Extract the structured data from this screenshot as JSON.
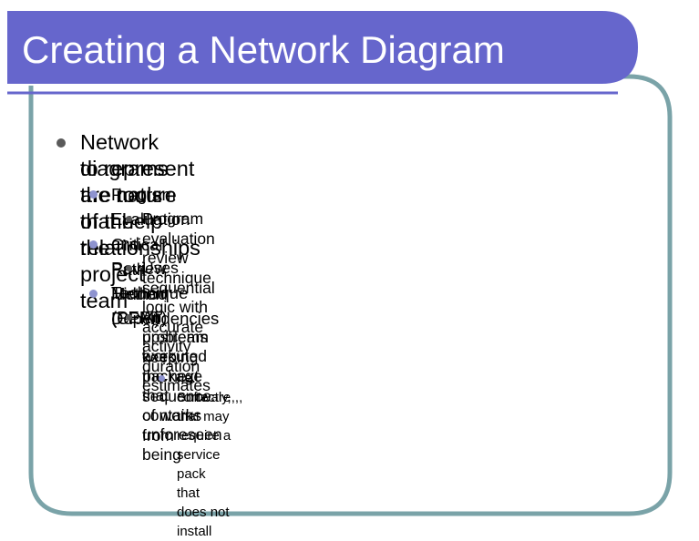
{
  "slide": {
    "title": "Creating a Network Diagram",
    "colors": {
      "title_bar": "#6666cc",
      "frame_border": "#7aa3a8",
      "title_text": "#ffffff",
      "body_text": "#000000",
      "bullet_level1": "#5a5a5a",
      "bullet_level2": "#8e93cf",
      "bullet_level3": "#5a5a5a",
      "bullet_level4": "#8e93cf"
    },
    "bullets": {
      "main": {
        "line1": "Network diagrams are tools that help the project team",
        "line2": "to represent the nature of the relationships"
      },
      "pert": {
        "label": "Program Evaluation and Review Technique (PERT)",
        "sub": "Program evaluation review technique"
      },
      "cpm": {
        "label": "Critical Path Method (CPM)",
        "sub": "Uses sequential logic with accurate activity duration estimates"
      },
      "hidden": {
        "label": "Hidden Dependencies",
        "sub_line1": "An upstream work package that contains unforeseen",
        "sub_line2": "problems keeping the next sequence of work from being",
        "sub_line3": "executed",
        "example_line1": "I.e. Software that may require a service pack that does not install",
        "example_line2": "correctly,,,,"
      }
    }
  }
}
